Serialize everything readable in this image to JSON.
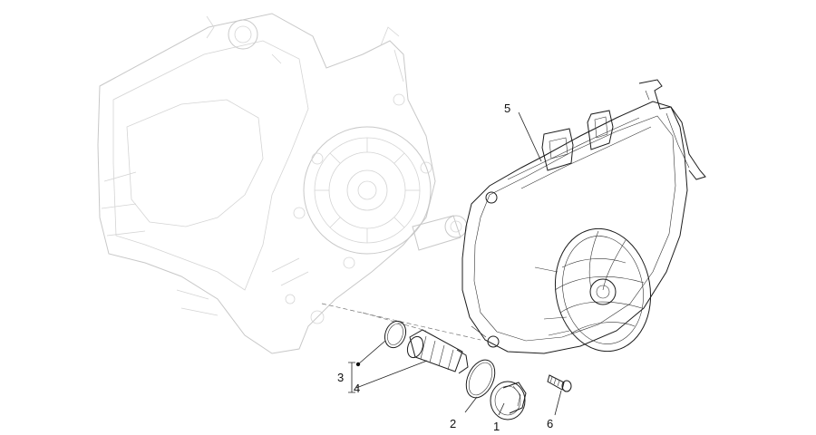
{
  "diagram": {
    "callouts": [
      {
        "id": "1",
        "label": "1"
      },
      {
        "id": "2",
        "label": "2"
      },
      {
        "id": "3",
        "label": "3"
      },
      {
        "id": "4",
        "label": "4"
      },
      {
        "id": "5",
        "label": "5"
      },
      {
        "id": "6",
        "label": "6"
      }
    ]
  },
  "colors": {
    "linework": "#1c1c1c",
    "ghosted_engine": "#c8c8c8",
    "background": "#ffffff"
  }
}
